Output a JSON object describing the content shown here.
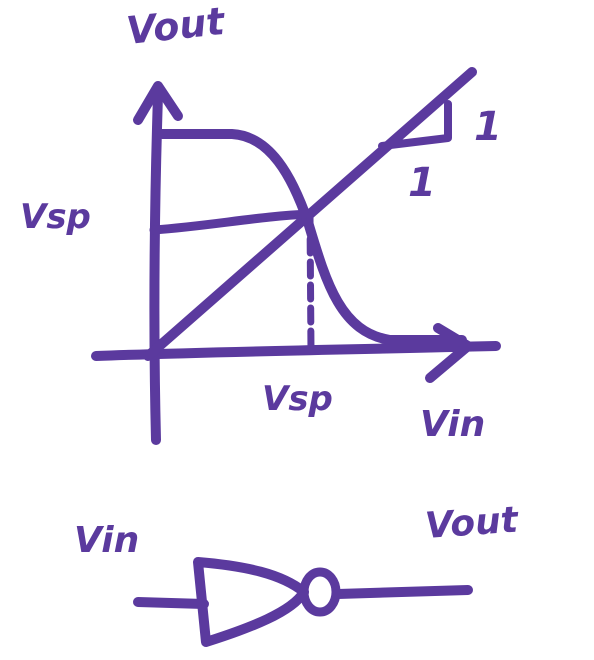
{
  "colors": {
    "ink": "#5b3a9e",
    "background": "#ffffff"
  },
  "labels": {
    "y_axis": "Vout",
    "x_axis": "Vin",
    "vsp_y": "Vsp",
    "vsp_x": "Vsp",
    "slope_rise": "1",
    "slope_run": "1",
    "gate_input": "Vin",
    "gate_output": "Vout"
  },
  "icons": {
    "gate": "inverter-gate-icon"
  }
}
